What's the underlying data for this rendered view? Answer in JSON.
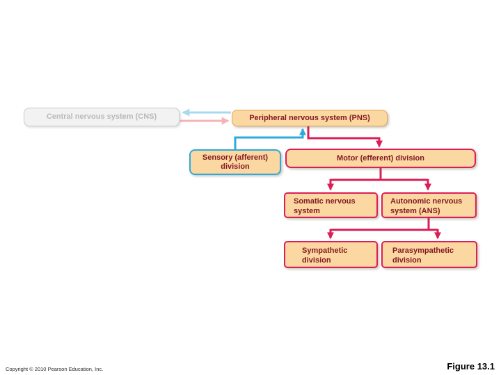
{
  "slide": {
    "copyright": "Copyright © 2010 Pearson Education, Inc.",
    "figure_label": "Figure 13.1"
  },
  "palette": {
    "peach_fill": "#fbd7a1",
    "tan_border": "#e2a455",
    "crimson": "#dc1e58",
    "cyan": "#2ea9dc",
    "maroon_text": "#831a22",
    "dimmed_fill": "#f2f2f2",
    "dimmed_border": "#c9c9c9",
    "dimmed_text": "#b9b9b9",
    "faded_blue_arrow": "#a9d9ee",
    "faded_pink_arrow": "#f5b4b8"
  },
  "diagram": {
    "nodes": {
      "cns": {
        "label": "Central nervous system (CNS)",
        "state": "dimmed"
      },
      "pns": {
        "label": "Peripheral nervous system (PNS)",
        "state": "highlighted"
      },
      "sensory": {
        "label": "Sensory (afferent) division",
        "state": "highlighted"
      },
      "motor": {
        "label": "Motor (efferent) division",
        "state": "highlighted"
      },
      "somatic": {
        "label": "Somatic nervous system",
        "state": "highlighted"
      },
      "autonomic": {
        "label": "Autonomic nervous system (ANS)",
        "state": "highlighted"
      },
      "sympathetic": {
        "label": "Sympathetic division",
        "state": "highlighted"
      },
      "parasympathetic": {
        "label": "Parasympathetic division",
        "state": "highlighted"
      }
    },
    "connectors": [
      {
        "name": "pns-to-cns-afferent-arrow",
        "color": "faded_blue_arrow"
      },
      {
        "name": "cns-to-pns-efferent-arrow",
        "color": "faded_pink_arrow"
      },
      {
        "name": "sensory-to-pns",
        "color": "cyan"
      },
      {
        "name": "pns-to-motor",
        "color": "crimson"
      },
      {
        "name": "motor-to-somatic-and-autonomic",
        "color": "crimson"
      },
      {
        "name": "autonomic-to-sympathetic-and-parasympathetic",
        "color": "crimson"
      }
    ]
  }
}
